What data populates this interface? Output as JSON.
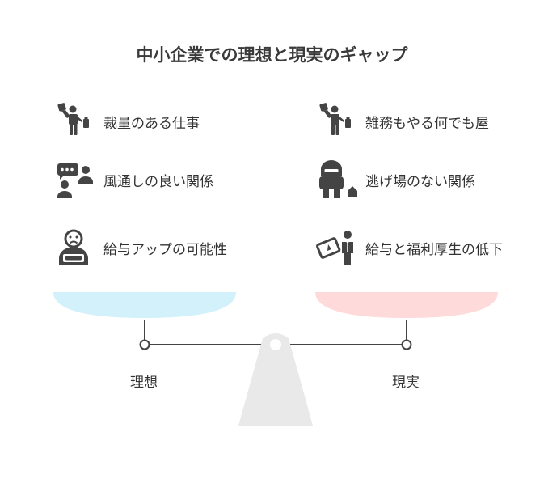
{
  "title": "中小企業での理想と現実のギャップ",
  "ideal": {
    "label": "理想",
    "color": "#d3f1fa",
    "items": [
      {
        "icon": "worker-icon",
        "text": "裁量のある仕事"
      },
      {
        "icon": "chat-people-icon",
        "text": "風通しの良い関係"
      },
      {
        "icon": "worried-person-icon",
        "text": "給与アップの可能性"
      }
    ]
  },
  "reality": {
    "label": "現実",
    "color": "#ffdada",
    "items": [
      {
        "icon": "worker-icon",
        "text": "雑務もやる何でも屋"
      },
      {
        "icon": "trapped-person-icon",
        "text": "逃げ場のない関係"
      },
      {
        "icon": "wallet-person-icon",
        "text": "給与と福利厚生の低下"
      }
    ]
  },
  "colors": {
    "icon": "#444444",
    "scale": "#444444",
    "fulcrum": "#e9e9e9"
  }
}
